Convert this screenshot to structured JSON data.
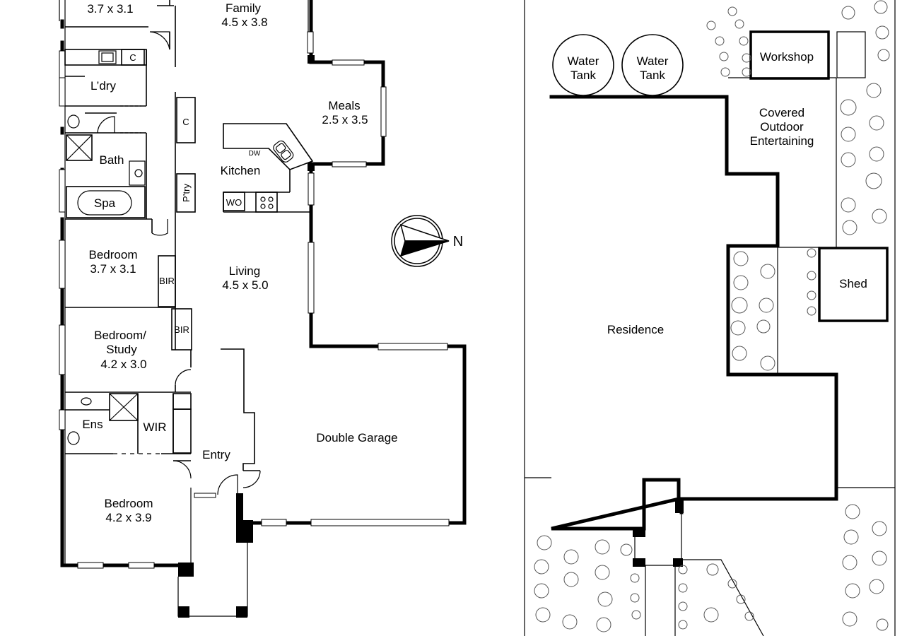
{
  "floor_plan": {
    "rooms": {
      "bedroom_top": "3.7 x 3.1",
      "family_name": "Family",
      "family_size": "4.5 x 3.8",
      "laundry": "L’dry",
      "linen_c1": "C",
      "linen_c2": "C",
      "bath": "Bath",
      "spa": "Spa",
      "pantry": "P’try",
      "kitchen": "Kitchen",
      "dw": "DW",
      "wo": "WO",
      "meals_name": "Meals",
      "meals_size": "2.5 x 3.5",
      "bedroom2_name": "Bedroom",
      "bedroom2_size": "3.7 x 3.1",
      "bir1": "BIR",
      "living_name": "Living",
      "living_size": "4.5 x 5.0",
      "study_name1": "Bedroom/",
      "study_name2": "Study",
      "study_size": "4.2 x 3.0",
      "bir2": "BIR",
      "ens": "Ens",
      "wir": "WIR",
      "entry": "Entry",
      "garage": "Double Garage",
      "bedroom_main_name": "Bedroom",
      "bedroom_main_size": "4.2 x 3.9"
    },
    "compass_label": "N"
  },
  "site_plan": {
    "water_tank_1": [
      "Water",
      "Tank"
    ],
    "water_tank_2": [
      "Water",
      "Tank"
    ],
    "workshop": "Workshop",
    "covered_outdoor": [
      "Covered",
      "Outdoor",
      "Entertaining"
    ],
    "shed": "Shed",
    "residence": "Residence"
  }
}
